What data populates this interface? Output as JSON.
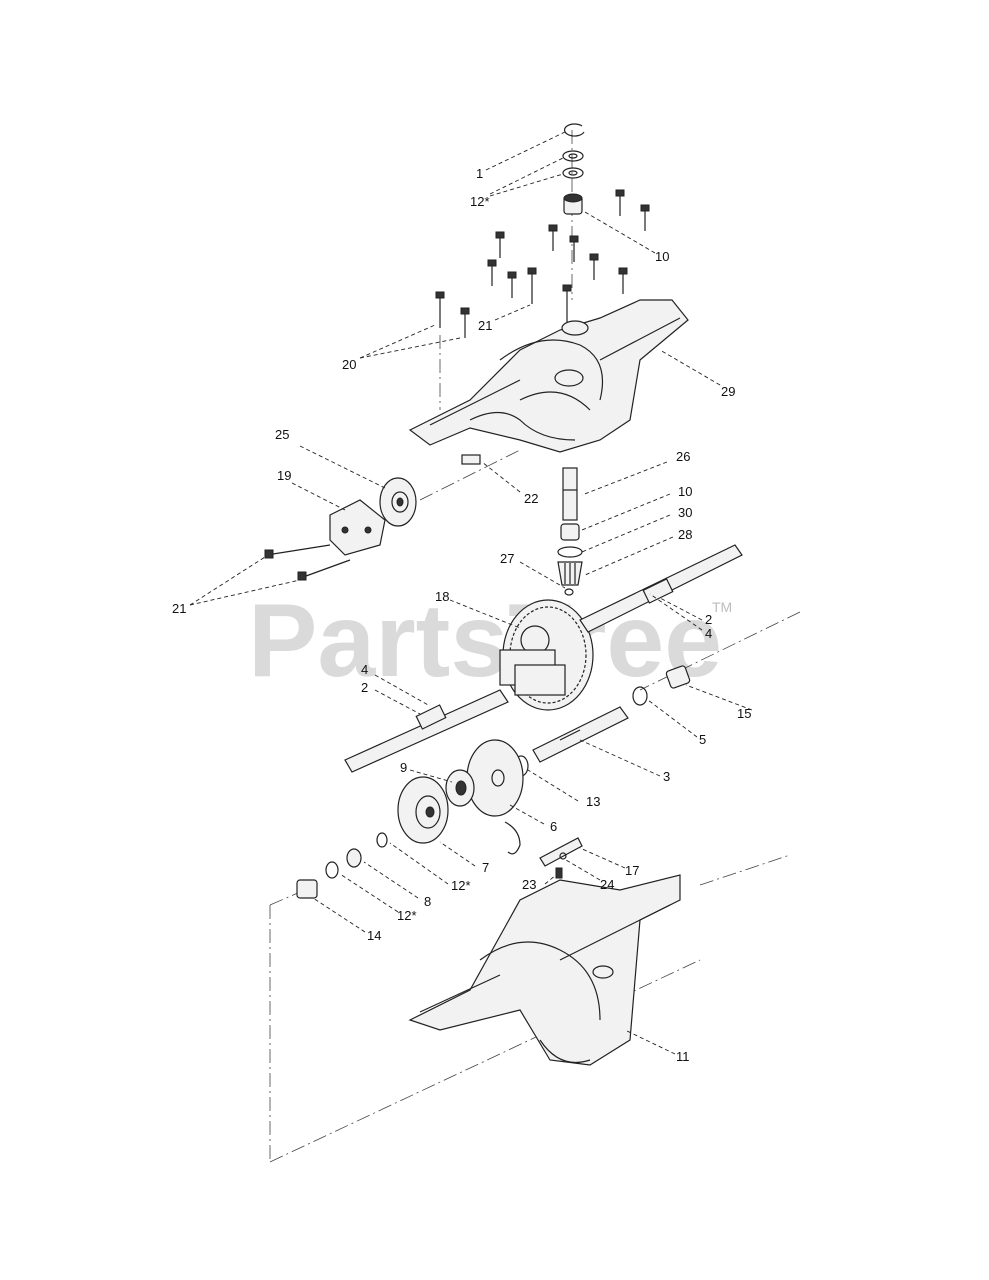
{
  "watermark": {
    "text": "PartsTree",
    "trademark": "TM"
  },
  "callouts": [
    "1",
    "12*",
    "10",
    "21",
    "20",
    "29",
    "25",
    "26",
    "19",
    "10",
    "30",
    "22",
    "28",
    "27",
    "21",
    "18",
    "2",
    "4",
    "4",
    "2",
    "15",
    "5",
    "3",
    "9",
    "13",
    "6",
    "7",
    "12*",
    "8",
    "17",
    "23",
    "24",
    "12*",
    "14",
    "11"
  ]
}
